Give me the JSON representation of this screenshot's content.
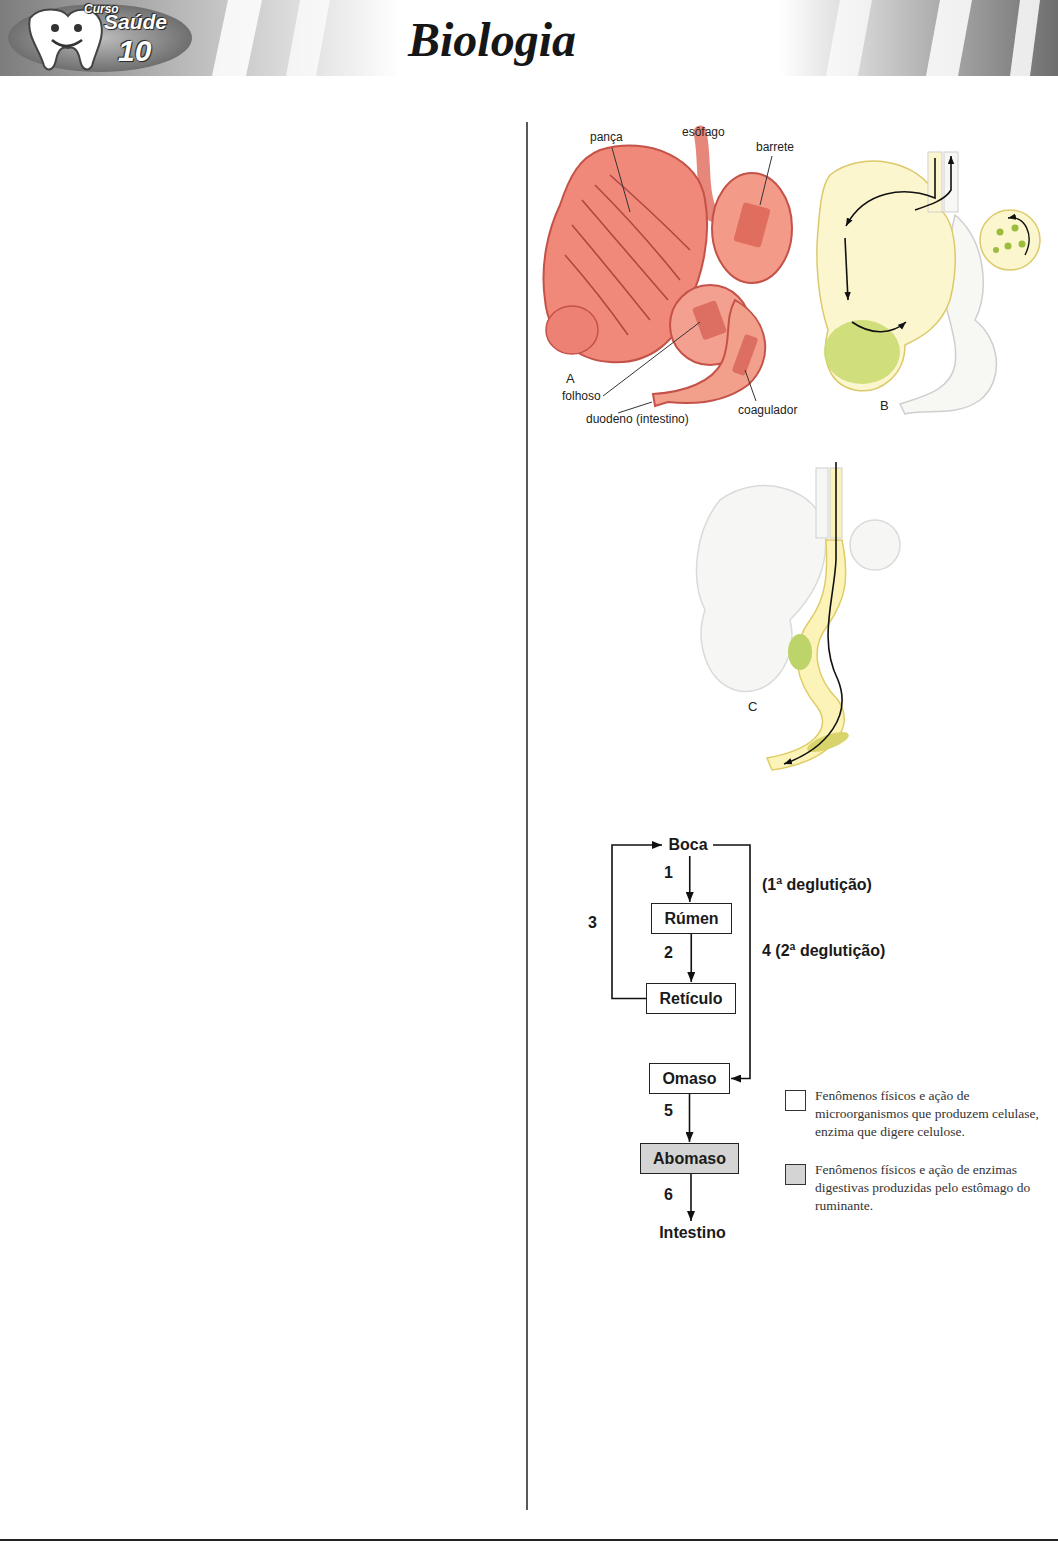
{
  "diagram": {
    "title": "Biologia",
    "nodes": [
      {
        "text": [
          "Boca"
        ]
      },
      {
        "text": [
          "Rúmen"
        ]
      },
      {
        "text": [
          "Retículo"
        ]
      },
      {
        "text": [
          "Omaso"
        ]
      },
      {
        "text": [
          "Abomaso"
        ]
      },
      {
        "text": [
          "Intestino"
        ]
      }
    ],
    "edges": [
      {
        "from": 0,
        "to": 1,
        "label": "1",
        "arrow": "to"
      },
      {
        "from": 1,
        "to": 2,
        "label": "2",
        "arrow": "to"
      },
      {
        "from": 2,
        "to": 0,
        "label": "3",
        "arrow": "to"
      },
      {
        "from": 0,
        "to": 3,
        "label": "4 (2ª deglutição)",
        "arrow": "to"
      },
      {
        "from": 3,
        "to": 4,
        "label": "5",
        "arrow": "to"
      },
      {
        "from": 4,
        "to": 5,
        "label": "6",
        "arrow": "to"
      }
    ],
    "labels": [
      "Curso",
      "Saúde",
      "10",
      "pança",
      "esôfago",
      "barrete",
      "A",
      "folhoso",
      "duodeno (intestino)",
      "coagulador",
      "B",
      "C",
      "(1ª deglutição)"
    ],
    "legend": [
      {
        "text": "Fenômenos físicos e ação de microorganismos que produzem celulase, enzima que digere celulose.",
        "color": "#ffffff"
      },
      {
        "text": "Fenômenos físicos e ação de enzimas digestivas produzidas pelo estômago do ruminante.",
        "color": "#d4d4d4"
      }
    ]
  }
}
